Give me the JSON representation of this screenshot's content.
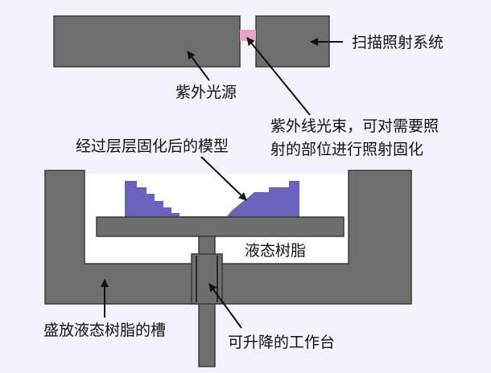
{
  "labels": {
    "scan_system": "扫描照射系统",
    "uv_source": "紫外光源",
    "uv_beam_line1": "紫外线光束，可对需要照",
    "uv_beam_line2": "射的部位进行照射固化",
    "model": "经过层层固化后的模型",
    "resin": "液态树脂",
    "tank": "盛放液态树脂的槽",
    "platform": "可升降的工作台"
  },
  "colors": {
    "background": "#f2f4fb",
    "equipment": "#6e6e6e",
    "resin_fill": "#ffffff",
    "model": "#6a62bd",
    "beam": "#e9a3c4",
    "arrow": "#111111"
  }
}
